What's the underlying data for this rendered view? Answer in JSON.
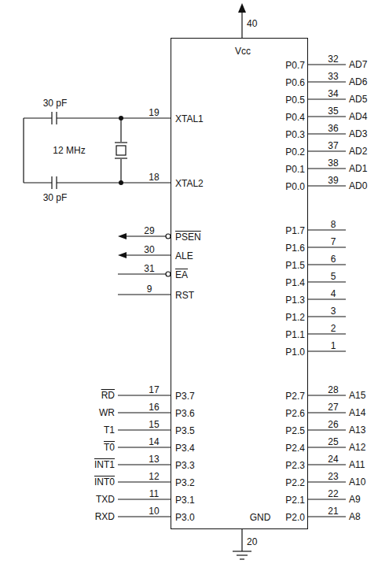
{
  "diagram": {
    "nodes": [
      {
        "text": [
          "Vcc",
          "XTAL1",
          "XTAL2",
          "PSEN",
          "ALE",
          "EA",
          "RST",
          "P3.7",
          "P3.6",
          "P3.5",
          "P3.4",
          "P3.3",
          "P3.2",
          "P3.1",
          "P3.0",
          "P0.7",
          "P0.6",
          "P0.5",
          "P0.4",
          "P0.3",
          "P0.2",
          "P0.1",
          "P0.0",
          "P1.7",
          "P1.6",
          "P1.5",
          "P1.4",
          "P1.3",
          "P1.2",
          "P1.1",
          "P1.0",
          "P2.7",
          "P2.6",
          "P2.5",
          "P2.4",
          "P2.3",
          "P2.2",
          "P2.1",
          "P2.0",
          "GND"
        ]
      }
    ],
    "labels": [
      "40",
      "20",
      "30 pF",
      "12 MHz",
      "30 pF",
      "19",
      "18",
      "29",
      "30",
      "31",
      "9",
      "17",
      "16",
      "15",
      "14",
      "13",
      "12",
      "11",
      "10",
      "RD",
      "WR",
      "T1",
      "T0",
      "INT1",
      "INT0",
      "TXD",
      "RXD",
      "32",
      "33",
      "34",
      "35",
      "36",
      "37",
      "38",
      "39",
      "AD7",
      "AD6",
      "AD5",
      "AD4",
      "AD3",
      "AD2",
      "AD1",
      "AD0",
      "8",
      "7",
      "6",
      "5",
      "4",
      "3",
      "2",
      "1",
      "28",
      "27",
      "26",
      "25",
      "24",
      "23",
      "22",
      "21",
      "A15",
      "A14",
      "A13",
      "A12",
      "A11",
      "A10",
      "A9",
      "A8"
    ]
  }
}
